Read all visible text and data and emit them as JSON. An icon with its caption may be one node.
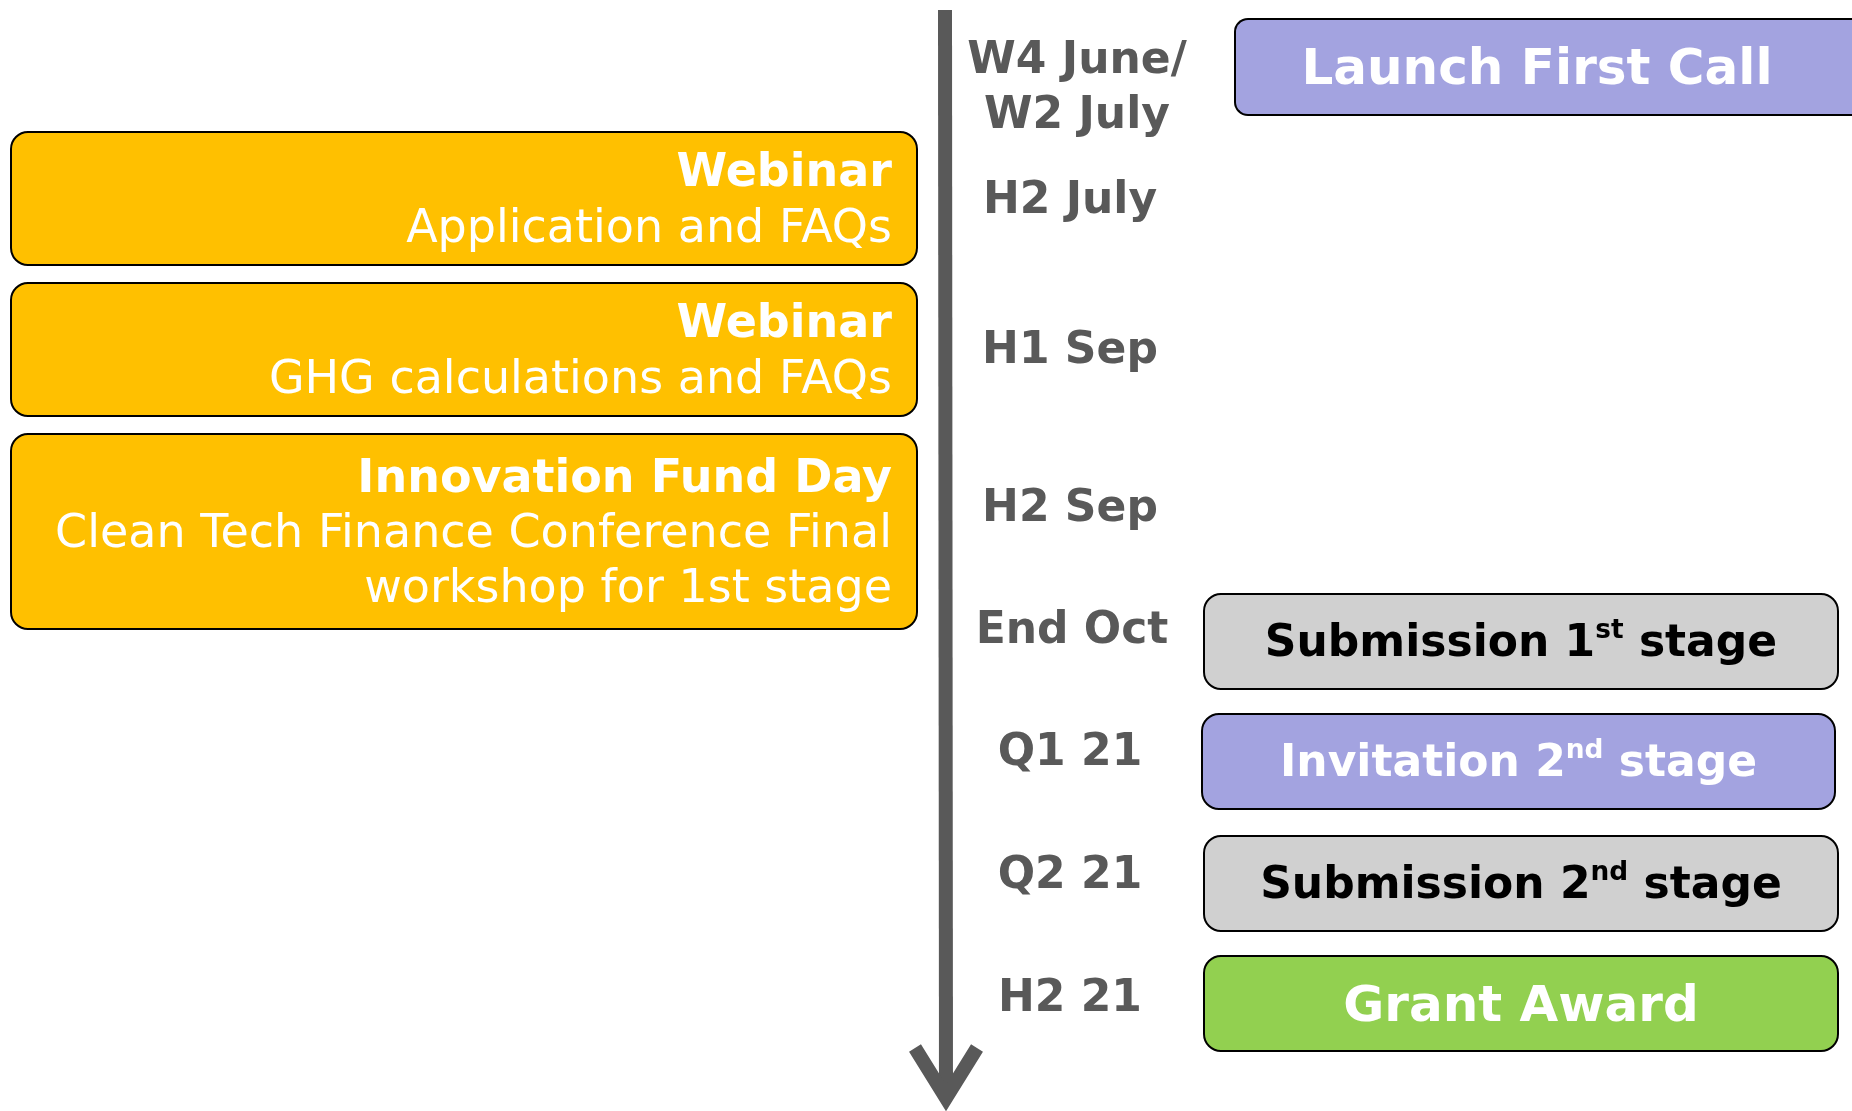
{
  "diagram": {
    "nodes": [
      {
        "text": [
          "Launch First Call"
        ]
      },
      {
        "text": [
          "Webinar",
          "Application and FAQs"
        ]
      },
      {
        "text": [
          "Webinar",
          "GHG calculations and FAQs"
        ]
      },
      {
        "text": [
          "Innovation Fund Day",
          "Clean Tech Finance Conference Final workshop for 1st stage"
        ]
      },
      {
        "text": [
          "Submission 1$^{st}$ stage"
        ]
      },
      {
        "text": [
          "Invitation 2$^{nd}$ stage"
        ]
      },
      {
        "text": [
          "Submission 2$^{nd}$ stage"
        ]
      },
      {
        "text": [
          "Grant Award"
        ]
      }
    ],
    "labels": [
      "W4 June/ W2 July",
      "H2 July",
      "H1 Sep",
      "H2 Sep",
      "End Oct",
      "Q1 21",
      "Q2 21",
      "H2 21"
    ]
  }
}
